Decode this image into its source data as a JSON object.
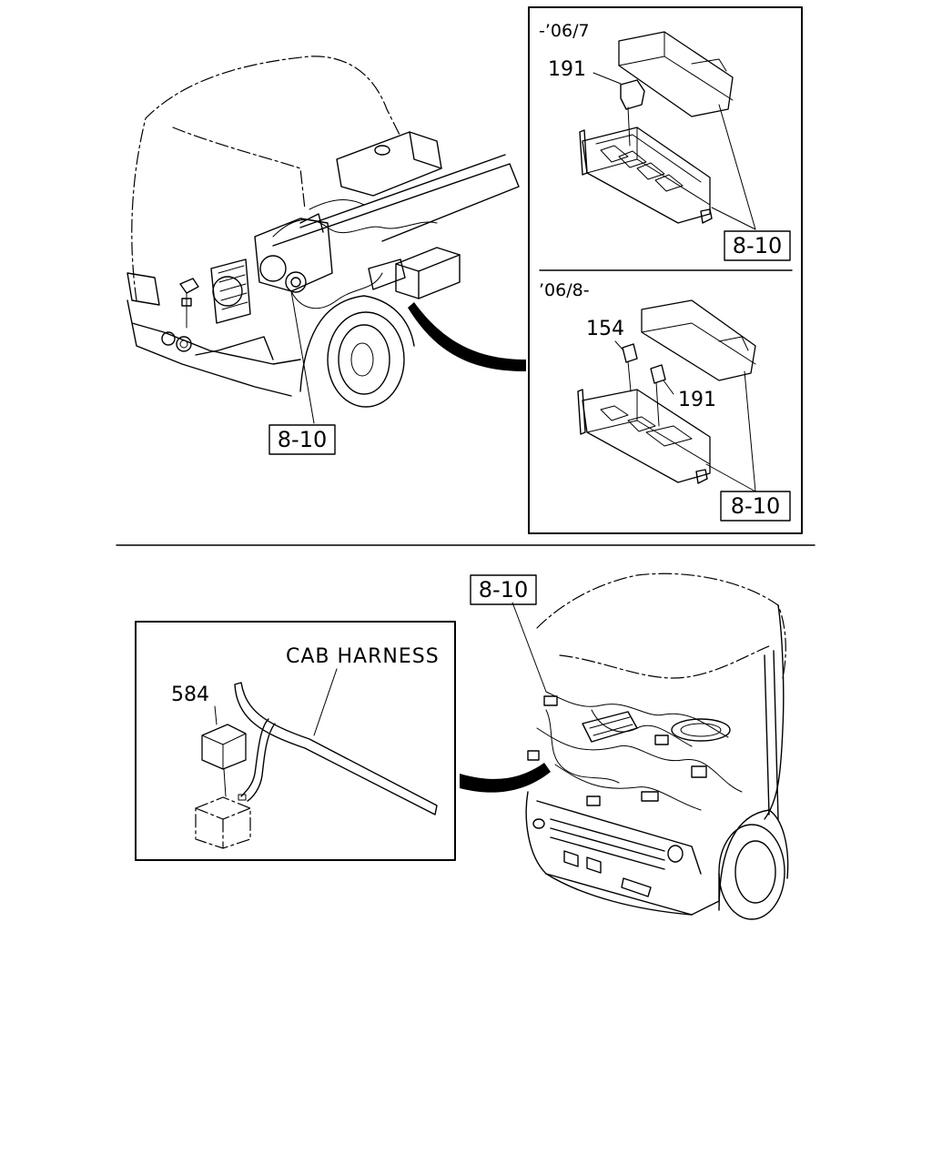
{
  "callouts": {
    "ref_top_inset_1": "8-10",
    "ref_top_inset_2": "8-10",
    "ref_top_main": "8-10",
    "ref_bottom_main": "8-10",
    "part_191_a": "191",
    "part_154": "154",
    "part_191_b": "191",
    "part_584": "584"
  },
  "periods": {
    "upto": "-’06/7",
    "from": "’06/8-"
  },
  "labels": {
    "cab_harness": "CAB HARNESS"
  }
}
